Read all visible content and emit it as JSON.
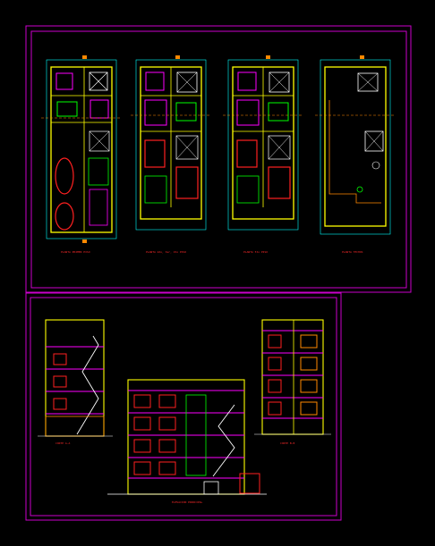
{
  "drawing": {
    "background": "#000000",
    "frame_color": "#cc00cc",
    "colors": {
      "wall": "#ffff00",
      "furniture": "#ff00ff",
      "fixtures": "#00ff00",
      "doors": "#ff2020",
      "dimension": "#00ffff",
      "grid": "#ff8800",
      "white": "#ffffff"
    }
  },
  "sheet_1": {
    "title": "Floor plans sheet",
    "plans": [
      {
        "label": "PLANTA PRIMER PISO",
        "kind": "ground-floor-parking"
      },
      {
        "label": "PLANTA 2do, 3er, 4to PISO",
        "kind": "typical-floor-a"
      },
      {
        "label": "PLANTA 5to PISO",
        "kind": "typical-floor-b"
      },
      {
        "label": "PLANTA TECHOS",
        "kind": "roof-plan"
      }
    ]
  },
  "sheet_2": {
    "title": "Elevations and sections sheet",
    "views": [
      {
        "label": "CORTE A-A",
        "kind": "section-stair"
      },
      {
        "label": "ELEVACION PRINCIPAL",
        "kind": "front-elevation"
      },
      {
        "label": "CORTE B-B",
        "kind": "section-side"
      }
    ]
  }
}
